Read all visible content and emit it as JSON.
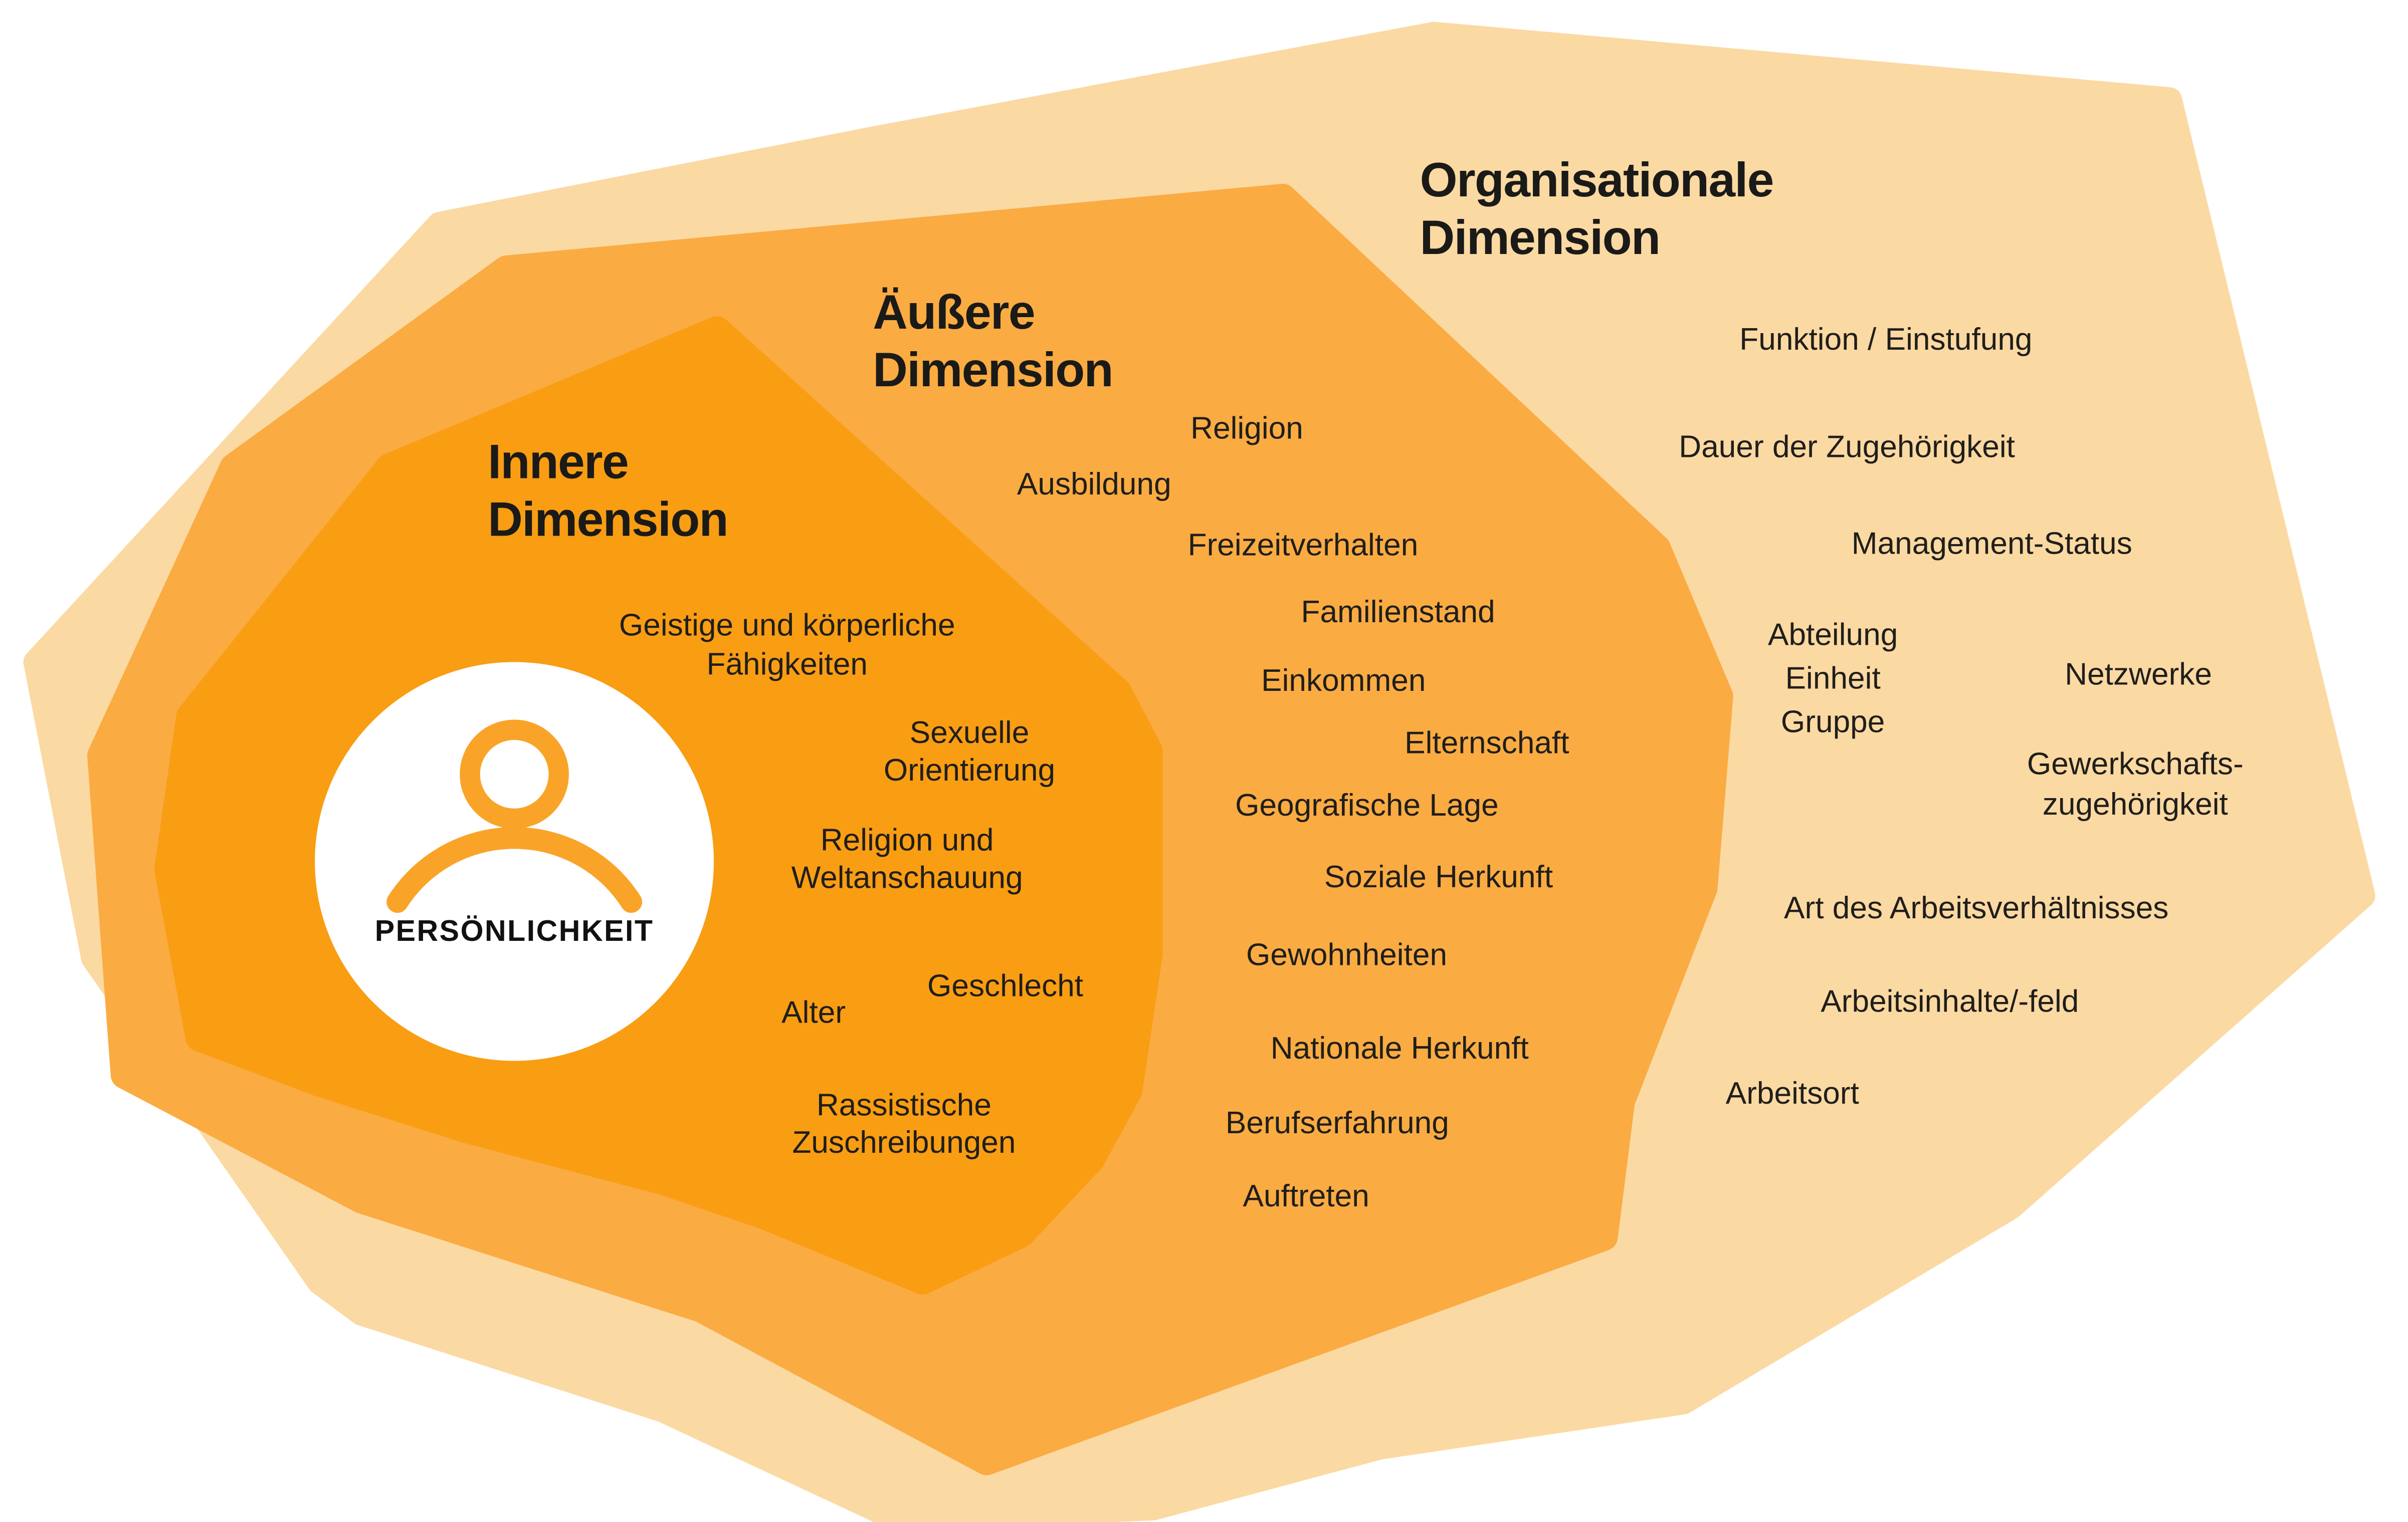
{
  "diagram": {
    "type": "nested-dimensions-of-diversity",
    "center": {
      "label": "PERSÖNLICHKEIT",
      "icon": "person-icon",
      "circle_color": "#FFFFFF",
      "icon_color": "#F9A428"
    },
    "rings": [
      {
        "id": "inner-dimension",
        "title": "Innere\nDimension",
        "color": "#F99D13",
        "items": [
          {
            "text": "Geistige und körperliche\nFähigkeiten"
          },
          {
            "text": "Sexuelle\nOrientierung"
          },
          {
            "text": "Religion und\nWeltanschauung"
          },
          {
            "text": "Geschlecht"
          },
          {
            "text": "Alter"
          },
          {
            "text": "Rassistische\nZuschreibungen"
          }
        ]
      },
      {
        "id": "outer-dimension",
        "title": "Äußere\nDimension",
        "color": "#FAAB42",
        "items": [
          {
            "text": "Religion"
          },
          {
            "text": "Ausbildung"
          },
          {
            "text": "Freizeitverhalten"
          },
          {
            "text": "Familienstand"
          },
          {
            "text": "Einkommen"
          },
          {
            "text": "Elternschaft"
          },
          {
            "text": "Geografische Lage"
          },
          {
            "text": "Soziale Herkunft"
          },
          {
            "text": "Gewohnheiten"
          },
          {
            "text": "Nationale Herkunft"
          },
          {
            "text": "Berufserfahrung"
          },
          {
            "text": "Auftreten"
          }
        ]
      },
      {
        "id": "organisational-dimension",
        "title": "Organisationale\nDimension",
        "color": "#FBD9A2",
        "items": [
          {
            "text": "Funktion / Einstufung"
          },
          {
            "text": "Dauer der Zugehörigkeit"
          },
          {
            "text": "Management-Status"
          },
          {
            "text": "Abteilung\nEinheit\nGruppe"
          },
          {
            "text": "Netzwerke"
          },
          {
            "text": "Gewerkschafts-\nzugehörigkeit"
          },
          {
            "text": "Art des Arbeitsverhältnisses"
          },
          {
            "text": "Arbeitsinhalte/-feld"
          },
          {
            "text": "Arbeitsort"
          }
        ]
      }
    ],
    "colors": {
      "background": "#FFFFFF",
      "text": "#1F1E1B",
      "heading_text": "#1A1A18",
      "inner_orange": "#F99D13",
      "middle_orange": "#FAAB42",
      "pale_orange": "#FBD9A2",
      "icon_orange": "#F9A428"
    }
  }
}
